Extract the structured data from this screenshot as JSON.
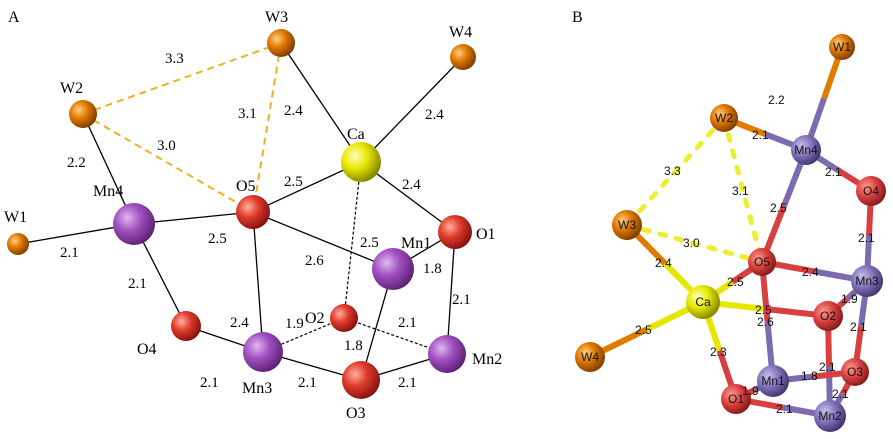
{
  "panels": {
    "a": {
      "letter": "A",
      "atoms": [
        "W1",
        "W2",
        "W3",
        "W4",
        "Mn4",
        "O5",
        "Ca",
        "O1",
        "Mn1",
        "O2",
        "O4",
        "Mn3",
        "Mn2",
        "O3"
      ],
      "distances": [
        "3.3",
        "3.1",
        "2.4",
        "2.4",
        "2.2",
        "3.0",
        "2.5",
        "2.4",
        "2.5",
        "2.5",
        "2.1",
        "2.6",
        "1.8",
        "2.1",
        "2.4",
        "2.1",
        "1.9",
        "2.1",
        "1.8",
        "2.1",
        "2.1",
        "2.1"
      ]
    },
    "b": {
      "letter": "B",
      "atoms": [
        "W1",
        "W2",
        "Mn4",
        "O4",
        "W3",
        "O5",
        "Mn3",
        "Ca",
        "O2",
        "W4",
        "Mn1",
        "O3",
        "O1",
        "Mn2"
      ],
      "distances": [
        "2.2",
        "2.1",
        "2.1",
        "3.3",
        "3.1",
        "2.5",
        "2.1",
        "3.0",
        "2.4",
        "2.5",
        "2.4",
        "1.9",
        "2.5",
        "2.6",
        "2.5",
        "2.1",
        "2.3",
        "2.1",
        "1.8",
        "1.9",
        "2.1",
        "2.1"
      ]
    }
  },
  "colors": {
    "mn": "#9b59b6",
    "o": "#e04a3a",
    "w": "#e07b00",
    "ca": "#e8e800",
    "dash": "#f0b020",
    "mnB": "#7d6bb0",
    "caB": "#e6e600"
  }
}
